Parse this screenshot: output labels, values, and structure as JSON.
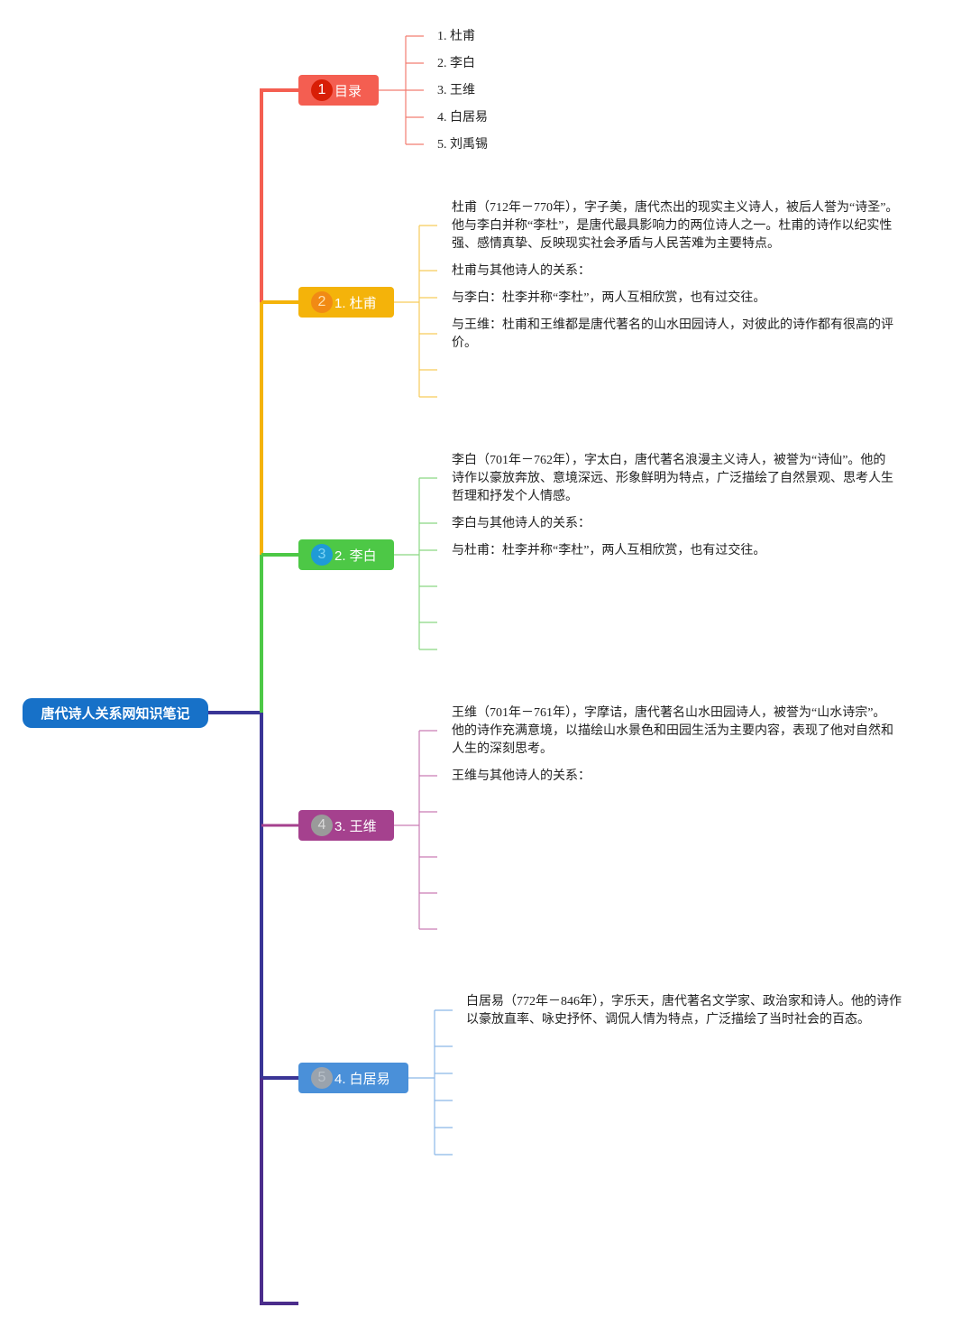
{
  "title": "唐代诗人关系网知识笔记",
  "colors": {
    "root": "#1771c8",
    "toc": "#f45e51",
    "dufu": "#f4b30a",
    "libai": "#4dc846",
    "wangwei": "#a5418e",
    "baijuyi": "#4a90d9",
    "trunk_end": "#4b2d8c"
  },
  "toc": {
    "badge": "1",
    "label": "目录",
    "items": [
      "1. 杜甫",
      "2. 李白",
      "3. 王维",
      "4. 白居易",
      "5. 刘禹锡"
    ]
  },
  "dufu": {
    "badge": "2",
    "label": "1. 杜甫",
    "intro": "杜甫（712年－770年），字子美，唐代杰出的现实主义诗人，被后人誉为“诗圣”。他与李白并称“李杜”，是唐代最具影响力的两位诗人之一。杜甫的诗作以纪实性强、感情真挚、反映现实社会矛盾与人民苦难为主要特点。",
    "relations_heading": "杜甫与其他诗人的关系：",
    "relation_1": "与李白：杜李并称“李杜”，两人互相欣赏，也有过交往。",
    "relation_2": "与王维：杜甫和王维都是唐代著名的山水田园诗人，对彼此的诗作都有很高的评价。"
  },
  "libai": {
    "badge": "3",
    "label": "2. 李白",
    "intro": "李白（701年－762年），字太白，唐代著名浪漫主义诗人，被誉为“诗仙”。他的诗作以豪放奔放、意境深远、形象鲜明为特点，广泛描绘了自然景观、思考人生哲理和抒发个人情感。",
    "relations_heading": "李白与其他诗人的关系：",
    "relation_1": "与杜甫：杜李并称“李杜”，两人互相欣赏，也有过交往。"
  },
  "wangwei": {
    "badge": "4",
    "label": "3. 王维",
    "intro": "王维（701年－761年），字摩诘，唐代著名山水田园诗人，被誉为“山水诗宗”。他的诗作充满意境，以描绘山水景色和田园生活为主要内容，表现了他对自然和人生的深刻思考。",
    "relations_heading": "王维与其他诗人的关系："
  },
  "baijuyi": {
    "badge": "5",
    "label": "4. 白居易",
    "intro": "白居易（772年－846年），字乐天，唐代著名文学家、政治家和诗人。他的诗作以豪放直率、咏史抒怀、调侃人情为特点，广泛描绘了当时社会的百态。"
  }
}
